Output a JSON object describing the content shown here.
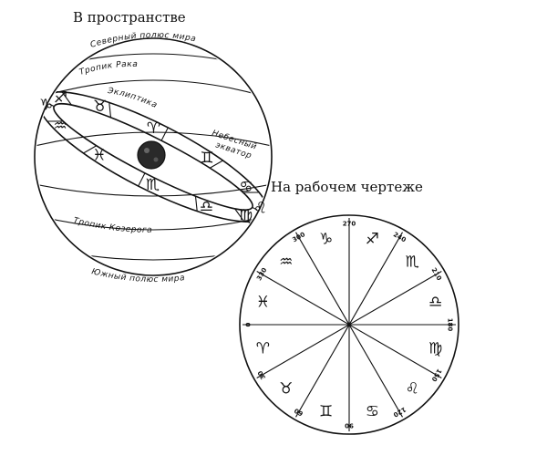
{
  "top_caption": "В пространстве",
  "bottom_caption": "На рабочем чертеже",
  "sphere": {
    "north_pole": "Северный полюс мира",
    "tropic_cancer": "Тропик Рака",
    "ecliptic": "Эклиптика",
    "celestial_equator_1": "Небесный",
    "celestial_equator_2": "экватор",
    "tropic_capricorn": "Тропик Козерога",
    "south_pole": "Южный полюс мира",
    "band_signs": [
      "♓",
      "♒",
      "♑",
      "♐",
      "♉",
      "♈",
      "♊",
      "♋",
      "♌",
      "♍",
      "♎",
      "♏"
    ]
  },
  "wheel": {
    "degrees": [
      "270",
      "240",
      "210",
      "180",
      "150",
      "120",
      "90",
      "60",
      "30",
      "0",
      "330",
      "300"
    ],
    "signs": [
      "♐",
      "♏",
      "♎",
      "♍",
      "♌",
      "♋",
      "♊",
      "♉",
      "♈",
      "♓",
      "♒",
      "♑"
    ]
  }
}
